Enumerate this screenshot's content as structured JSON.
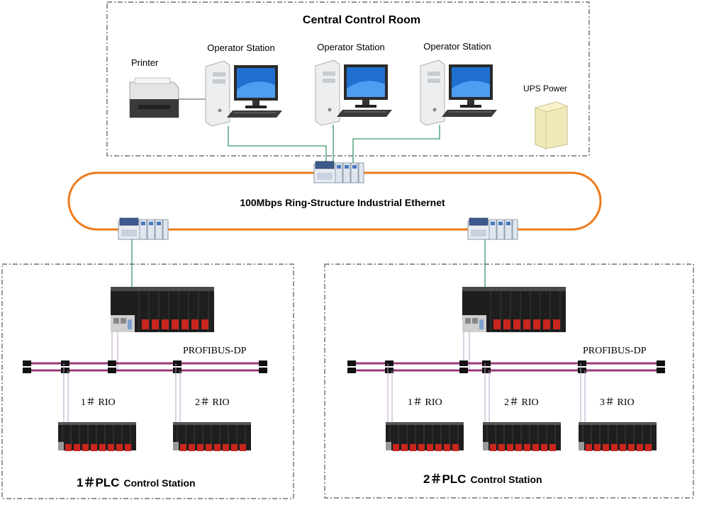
{
  "central_room": {
    "title": "Central Control Room",
    "printer_label": "Printer",
    "operator_stations": [
      "Operator Station",
      "Operator Station",
      "Operator Station"
    ],
    "ups_label": "UPS Power"
  },
  "ring": {
    "label": "100Mbps Ring-Structure Industrial Ethernet",
    "color": "#ee7b1c"
  },
  "stations": [
    {
      "title_prefix": "1＃PLC",
      "title_suffix": "Control Station",
      "bus_label": "PROFIBUS-DP",
      "rio_labels": [
        "1＃ RIO",
        "2＃ RIO"
      ]
    },
    {
      "title_prefix": "2＃PLC",
      "title_suffix": "Control Station",
      "bus_label": "PROFIBUS-DP",
      "rio_labels": [
        "1＃ RIO",
        "2＃ RIO",
        "3＃ RIO"
      ]
    }
  ],
  "colors": {
    "ethernet_link": "#3a9a6a",
    "profibus": "#9a3a7a",
    "module_red": "#c8261e",
    "monitor_blue": "#1e6fd0"
  }
}
